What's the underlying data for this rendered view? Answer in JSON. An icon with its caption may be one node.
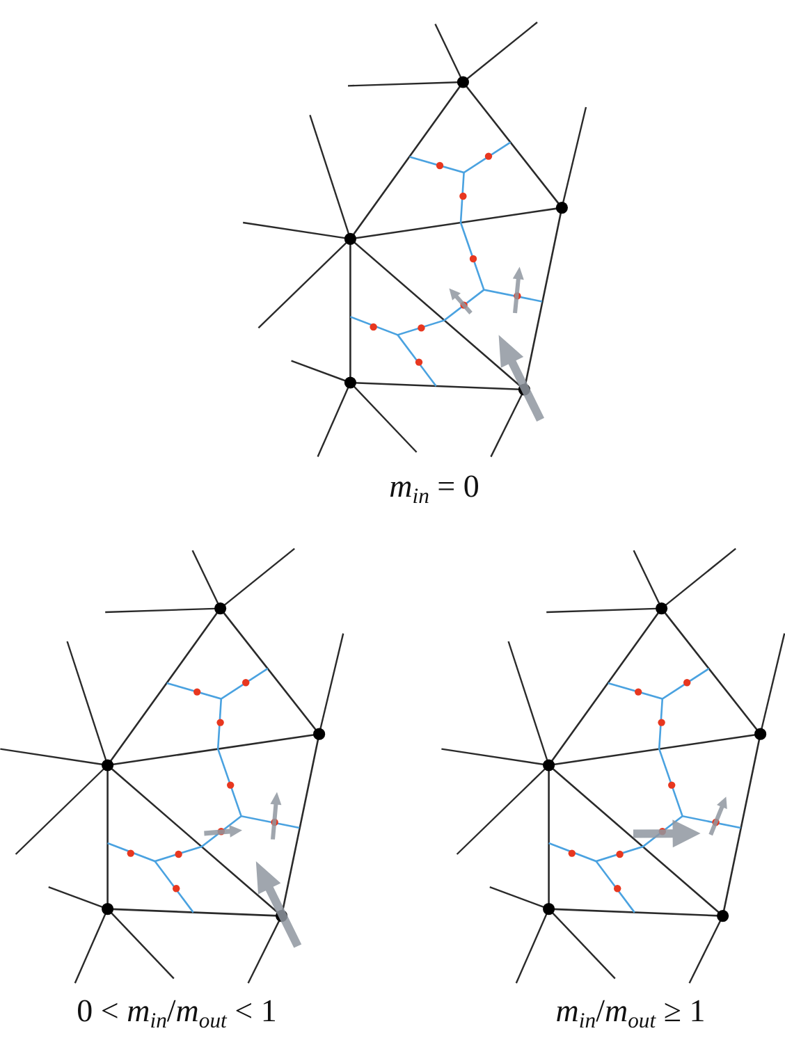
{
  "diagram": {
    "labels": [
      "*m*$_{in}$ = 0",
      "0 < *m*$_{in}$/*m*$_{out}$ < 1",
      "*m*$_{in}$/*m*$_{out}$ ≥ 1"
    ]
  }
}
